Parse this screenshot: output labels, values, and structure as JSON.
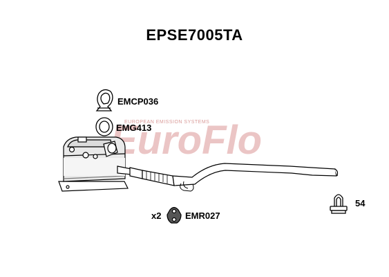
{
  "title": "EPSE7005TA",
  "watermark": {
    "brand": "EuroFlo",
    "tagline": "EUROPEAN EMISSION SYSTEMS",
    "color": "#e8bcbb"
  },
  "parts": [
    {
      "label": "EMCP036",
      "icon": "clamp-ring-icon"
    },
    {
      "label": "EMG413",
      "icon": "gasket-ring-icon"
    },
    {
      "label": "EMR027",
      "qty": "x2",
      "icon": "rubber-hanger-icon"
    },
    {
      "label": "54",
      "icon": "u-bolt-clamp-icon"
    }
  ]
}
